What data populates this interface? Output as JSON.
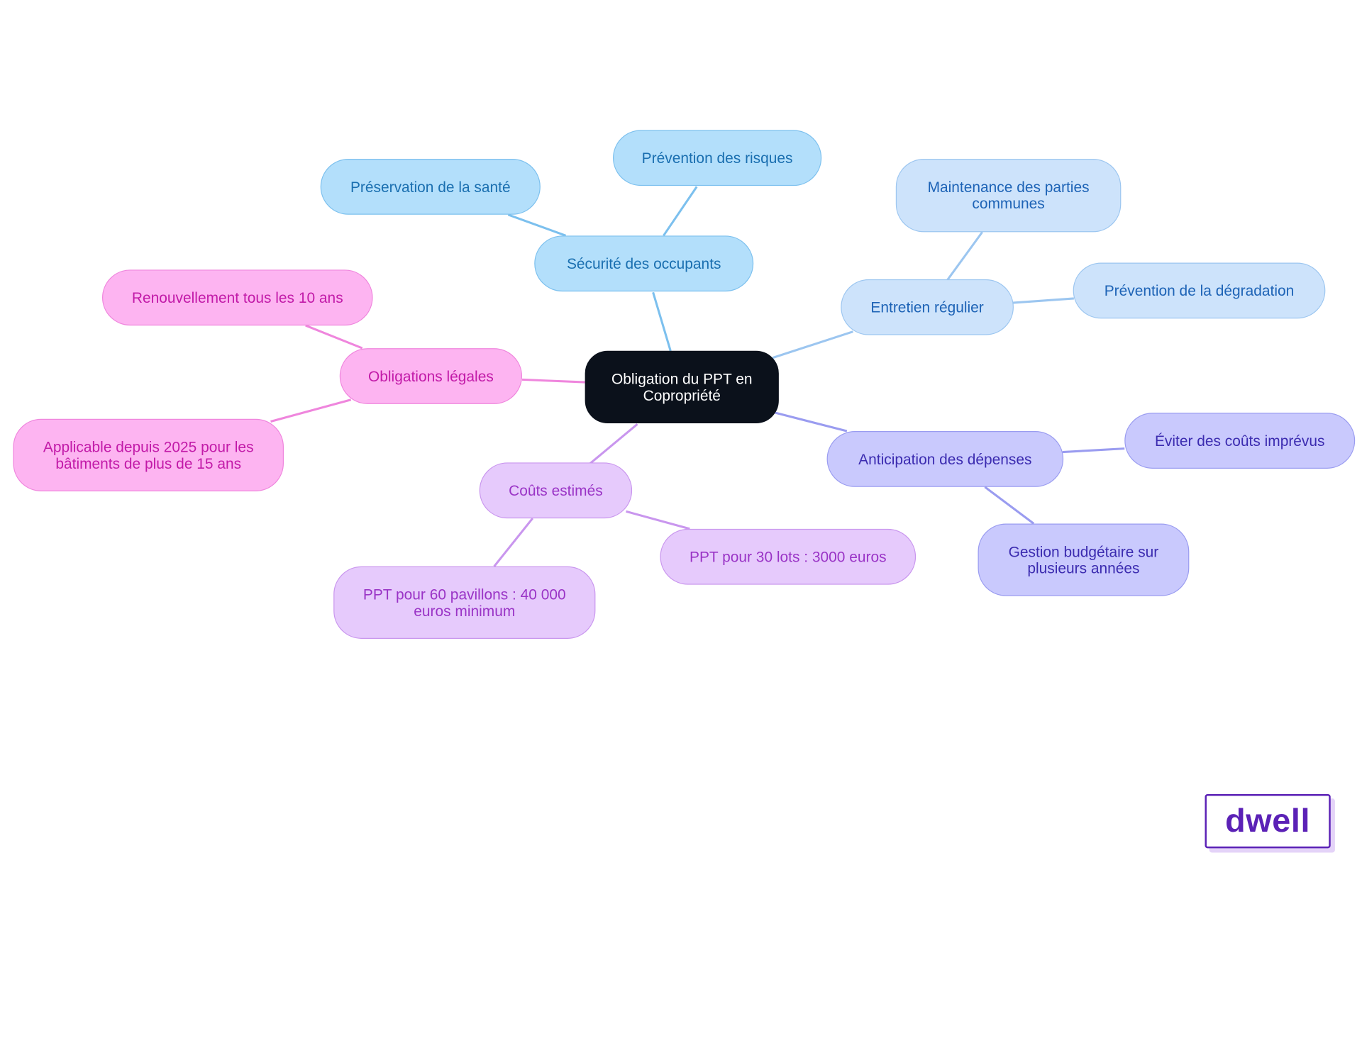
{
  "diagram": {
    "root": {
      "label": "Obligation du PPT en Copropriété"
    },
    "branches": [
      {
        "id": "security",
        "label": "Sécurité des occupants",
        "color": "#7cc0ee",
        "children": [
          {
            "label": "Préservation de la santé"
          },
          {
            "label": "Prévention des risques"
          }
        ]
      },
      {
        "id": "maint",
        "label": "Entretien régulier",
        "color": "#9cc6f0",
        "children": [
          {
            "label": "Maintenance des parties communes"
          },
          {
            "label": "Prévention de la dégradation"
          }
        ]
      },
      {
        "id": "anticip",
        "label": "Anticipation des dépenses",
        "color": "#9a9cf0",
        "children": [
          {
            "label": "Éviter des coûts imprévus"
          },
          {
            "label": "Gestion budgétaire sur plusieurs années"
          }
        ]
      },
      {
        "id": "costs",
        "label": "Coûts estimés",
        "color": "#c996ee",
        "children": [
          {
            "label": "PPT pour 30 lots : 3000 euros"
          },
          {
            "label": "PPT pour 60 pavillons : 40 000 euros minimum"
          }
        ]
      },
      {
        "id": "legal",
        "label": "Obligations légales",
        "color": "#ef86dd",
        "children": [
          {
            "label": "Renouvellement tous les 10 ans"
          },
          {
            "label": "Applicable depuis 2025 pour les bâtiments de plus de 15 ans"
          }
        ]
      }
    ]
  },
  "logo": {
    "text": "dwell"
  }
}
